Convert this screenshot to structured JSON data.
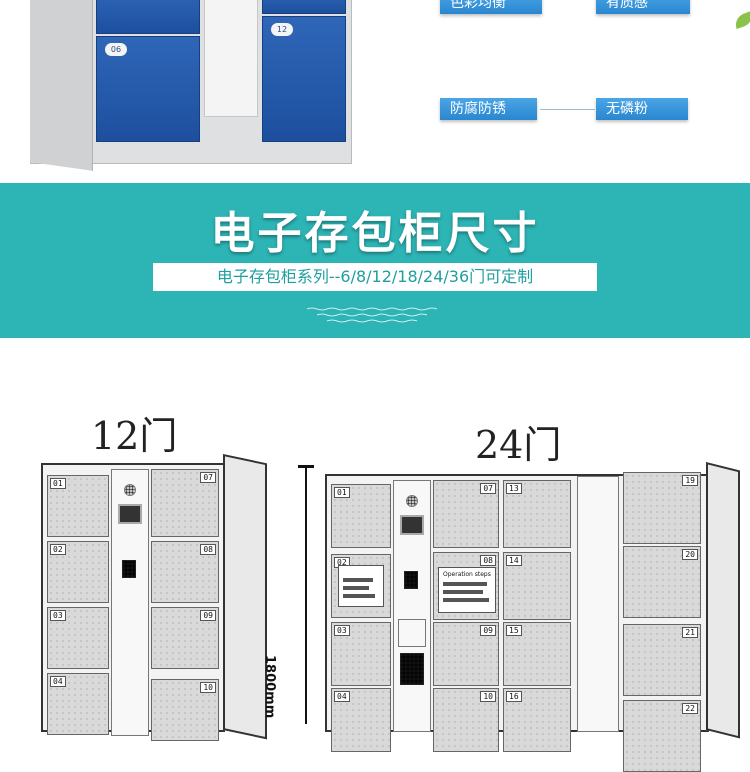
{
  "top_cabinet": {
    "door_numbers": [
      "06",
      "12"
    ]
  },
  "features": {
    "partial_left": "色彩均衡",
    "partial_right": "有质感",
    "anticorrosion": "防腐防锈",
    "phosphorus_free": "无磷粉"
  },
  "banner": {
    "title": "电子存包柜尺寸",
    "subtitle": "电子存包柜系列--6/8/12/18/24/36门可定制"
  },
  "locker12": {
    "label": "12门",
    "numbers": [
      "01",
      "07",
      "02",
      "08",
      "03",
      "09",
      "04",
      "10"
    ]
  },
  "locker24": {
    "label": "24门",
    "numbers": [
      "01",
      "07",
      "13",
      "19",
      "02",
      "08",
      "14",
      "20",
      "03",
      "09",
      "15",
      "21",
      "04",
      "10",
      "16",
      "22"
    ],
    "instruction_title": "Operation steps"
  },
  "dimension": {
    "height": "1800mm"
  },
  "colors": {
    "teal": "#2db4b5",
    "door_blue": "#2f66b8",
    "tag_blue": "#2a86cf"
  }
}
